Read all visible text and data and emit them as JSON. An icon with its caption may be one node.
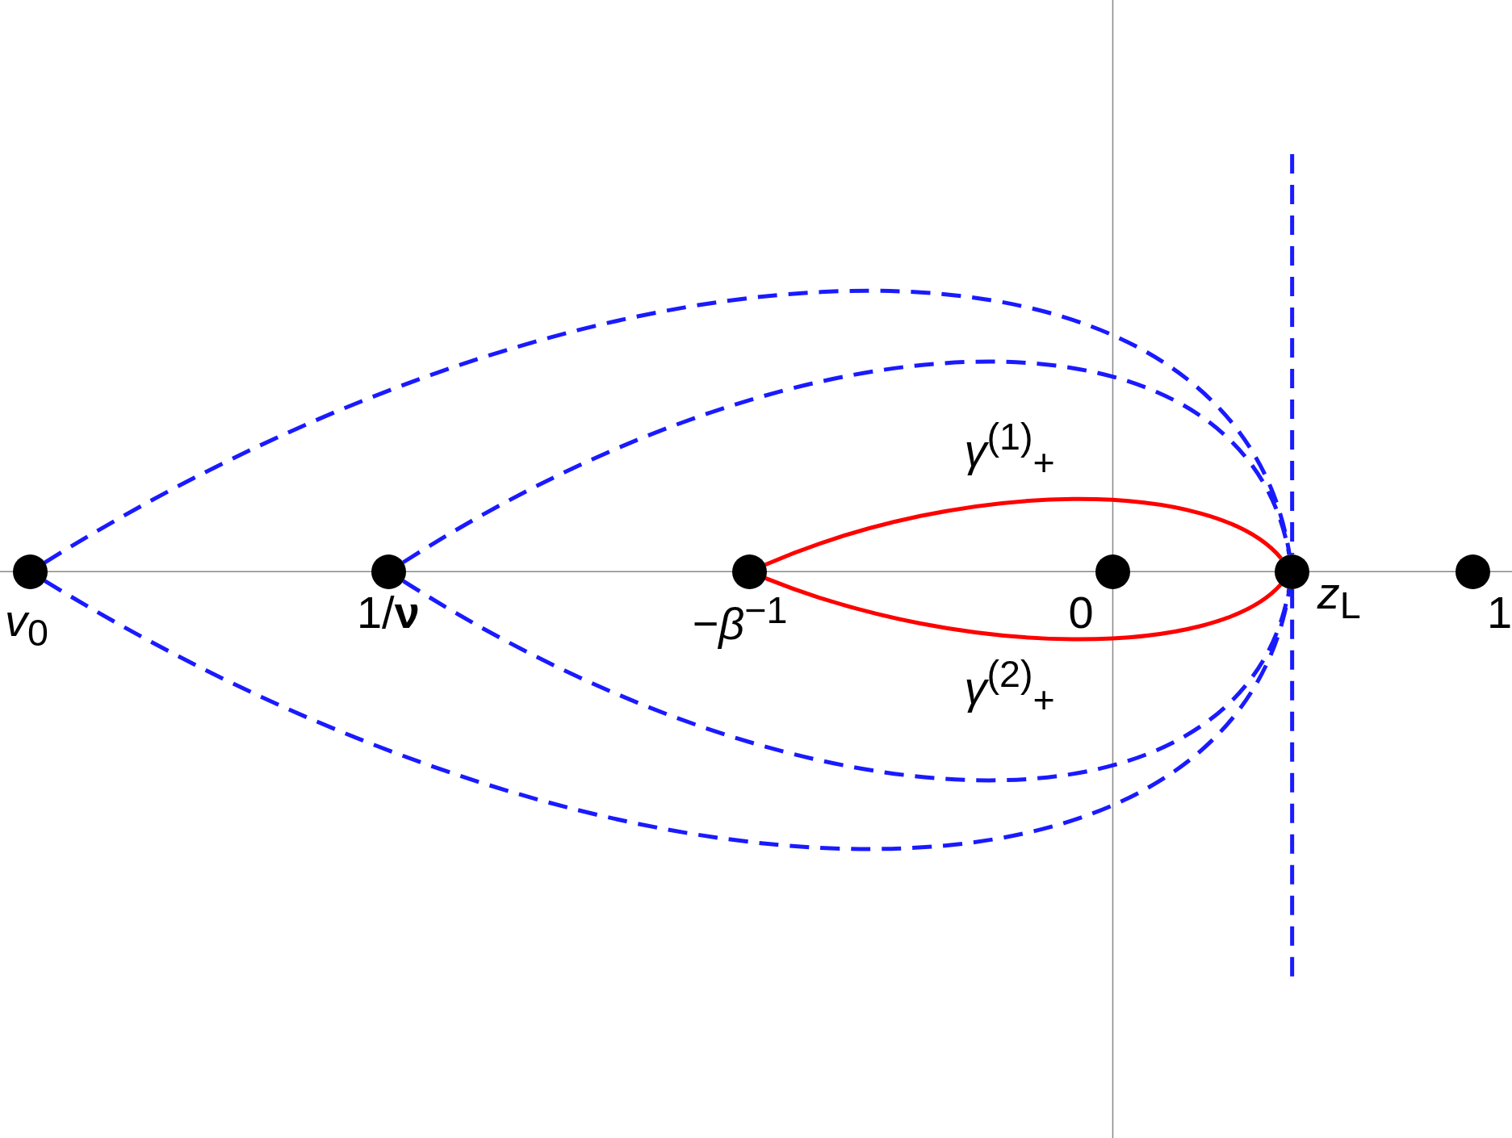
{
  "diagram": {
    "nodes": [
      {
        "text": [],
        "shape": "circle",
        "beside": [
          "*v*$_{0}$"
        ]
      },
      {
        "text": [],
        "shape": "circle",
        "beside": [
          "1/**ν**"
        ]
      },
      {
        "text": [],
        "shape": "circle",
        "beside": [
          "−*β*$^{−1}$"
        ]
      },
      {
        "text": [],
        "shape": "circle",
        "beside": [
          "0"
        ]
      },
      {
        "text": [],
        "shape": "circle",
        "beside": [
          "*z*$_{L}$"
        ]
      },
      {
        "text": [],
        "shape": "circle",
        "beside": [
          "1"
        ]
      }
    ],
    "edges": [
      {
        "from": 0,
        "to": 4,
        "arrow": "none",
        "style": "dashed"
      },
      {
        "from": 0,
        "to": 4,
        "arrow": "none",
        "style": "dashed"
      },
      {
        "from": 1,
        "to": 4,
        "arrow": "none",
        "style": "dashed"
      },
      {
        "from": 1,
        "to": 4,
        "arrow": "none",
        "style": "dashed"
      },
      {
        "from": 2,
        "to": 4,
        "arrow": "none",
        "label": "*γ*$^{(1)}$$_{+}$",
        "color": "#ff0000"
      },
      {
        "from": 2,
        "to": 4,
        "arrow": "none",
        "label": "*γ*$^{(2)}$$_{+}$",
        "color": "#ff0000"
      },
      {
        "from": null,
        "to": 4,
        "arrow": "none",
        "style": "dashed"
      },
      {
        "from": 4,
        "to": null,
        "arrow": "none",
        "style": "dashed"
      }
    ]
  }
}
